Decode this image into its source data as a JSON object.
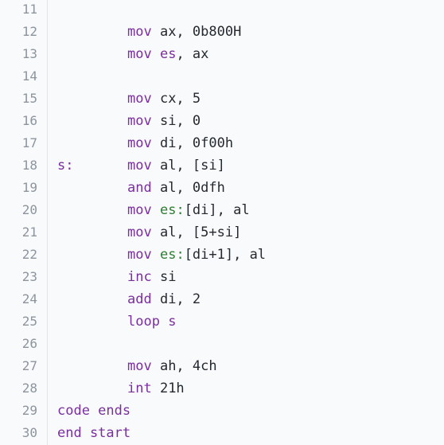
{
  "editor": {
    "lines": [
      {
        "number": "11",
        "label": "",
        "tokens": []
      },
      {
        "number": "12",
        "label": "",
        "tokens": [
          {
            "t": "mov",
            "c": "kw"
          },
          {
            "t": " ax, 0b800H",
            "c": "txt"
          }
        ]
      },
      {
        "number": "13",
        "label": "",
        "tokens": [
          {
            "t": "mov",
            "c": "kw"
          },
          {
            "t": " ",
            "c": "txt"
          },
          {
            "t": "es",
            "c": "kw"
          },
          {
            "t": ", ax",
            "c": "txt"
          }
        ]
      },
      {
        "number": "14",
        "label": "",
        "tokens": []
      },
      {
        "number": "15",
        "label": "",
        "tokens": [
          {
            "t": "mov",
            "c": "kw"
          },
          {
            "t": " cx, 5",
            "c": "txt"
          }
        ]
      },
      {
        "number": "16",
        "label": "",
        "tokens": [
          {
            "t": "mov",
            "c": "kw"
          },
          {
            "t": " si, 0",
            "c": "txt"
          }
        ]
      },
      {
        "number": "17",
        "label": "",
        "tokens": [
          {
            "t": "mov",
            "c": "kw"
          },
          {
            "t": " di, 0f00h",
            "c": "txt"
          }
        ]
      },
      {
        "number": "18",
        "label": "s:",
        "tokens": [
          {
            "t": "mov",
            "c": "kw"
          },
          {
            "t": " al, [si]",
            "c": "txt"
          }
        ]
      },
      {
        "number": "19",
        "label": "",
        "tokens": [
          {
            "t": "and",
            "c": "kw"
          },
          {
            "t": " al, 0dfh",
            "c": "txt"
          }
        ]
      },
      {
        "number": "20",
        "label": "",
        "tokens": [
          {
            "t": "mov",
            "c": "kw"
          },
          {
            "t": " ",
            "c": "txt"
          },
          {
            "t": "es:",
            "c": "seg"
          },
          {
            "t": "[di], al",
            "c": "txt"
          }
        ]
      },
      {
        "number": "21",
        "label": "",
        "tokens": [
          {
            "t": "mov",
            "c": "kw"
          },
          {
            "t": " al, [5+si]",
            "c": "txt"
          }
        ]
      },
      {
        "number": "22",
        "label": "",
        "tokens": [
          {
            "t": "mov",
            "c": "kw"
          },
          {
            "t": " ",
            "c": "txt"
          },
          {
            "t": "es:",
            "c": "seg"
          },
          {
            "t": "[di+1], al",
            "c": "txt"
          }
        ]
      },
      {
        "number": "23",
        "label": "",
        "tokens": [
          {
            "t": "inc",
            "c": "kw"
          },
          {
            "t": " si",
            "c": "txt"
          }
        ]
      },
      {
        "number": "24",
        "label": "",
        "tokens": [
          {
            "t": "add",
            "c": "kw"
          },
          {
            "t": " di, 2",
            "c": "txt"
          }
        ]
      },
      {
        "number": "25",
        "label": "",
        "tokens": [
          {
            "t": "loop",
            "c": "kw"
          },
          {
            "t": " s",
            "c": "kw"
          }
        ]
      },
      {
        "number": "26",
        "label": "",
        "tokens": []
      },
      {
        "number": "27",
        "label": "",
        "tokens": [
          {
            "t": "mov",
            "c": "kw"
          },
          {
            "t": " ah, 4ch",
            "c": "txt"
          }
        ]
      },
      {
        "number": "28",
        "label": "",
        "tokens": [
          {
            "t": "int",
            "c": "kw"
          },
          {
            "t": " 21h",
            "c": "txt"
          }
        ]
      },
      {
        "number": "29",
        "label": "code ends",
        "tokens": []
      },
      {
        "number": "30",
        "label": "end start",
        "tokens": []
      }
    ]
  },
  "colors": {
    "keyword": "#7a2f9e",
    "segment": "#2e7d32",
    "text": "#24292f",
    "line_number": "#8c959f",
    "background": "#f9fafb",
    "gutter_border": "#e1e4e8"
  }
}
